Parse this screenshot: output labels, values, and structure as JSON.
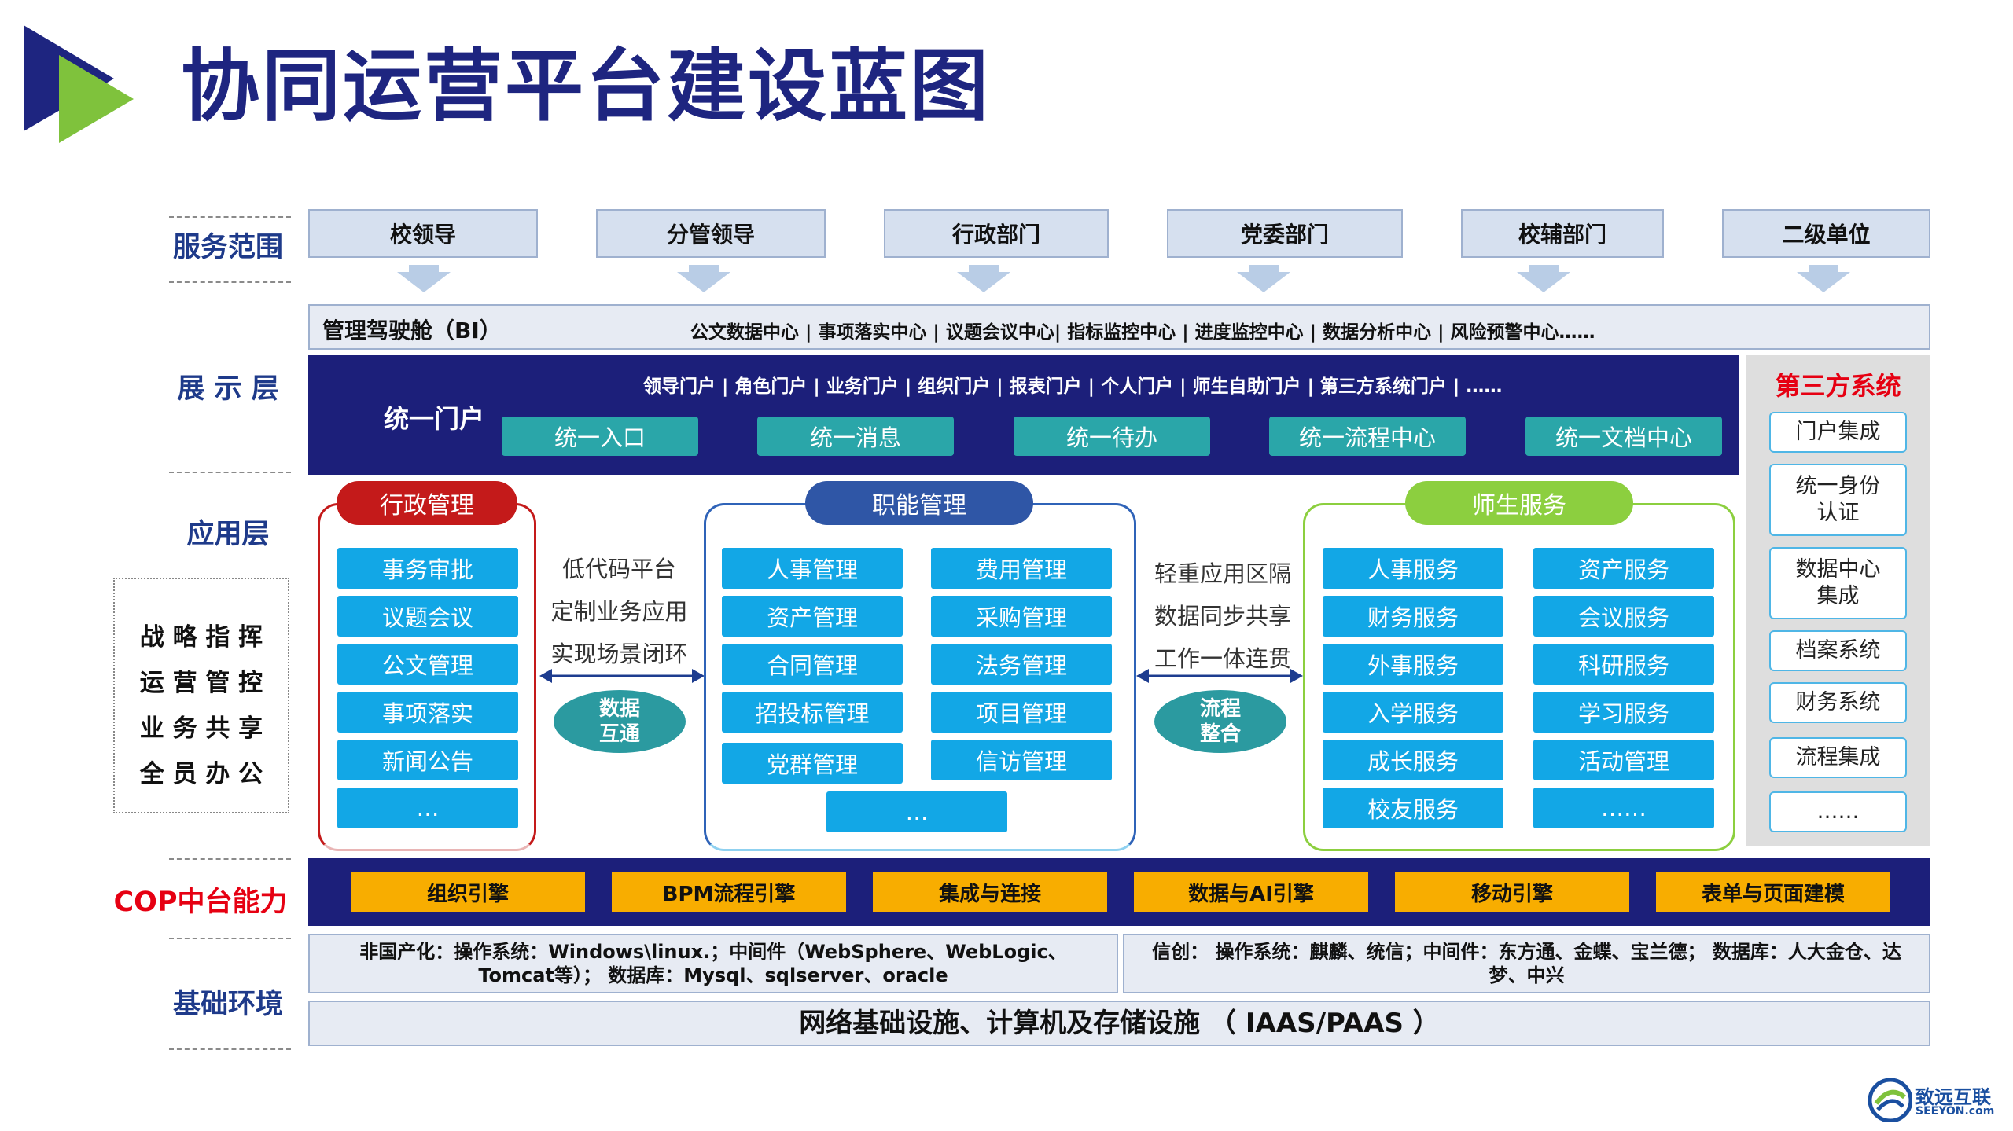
{
  "title": "协同运营平台建设蓝图",
  "row_labels": {
    "service": "服务范围",
    "display": "展 示 层",
    "application": "应用层",
    "cop": "COP中台能力",
    "base": "基础环境"
  },
  "strategy": [
    "战 略 指 挥",
    "运 营 管 控",
    "业 务 共 享",
    "全 员 办 公"
  ],
  "service_scope": [
    "校领导",
    "分管领导",
    "行政部门",
    "党委部门",
    "校辅部门",
    "二级单位"
  ],
  "bi": {
    "label": "管理驾驶舱（BI）",
    "items": "公文数据中心 | 事项落实中心 | 议题会议中心| 指标监控中心 | 进度监控中心 | 数据分析中心 | 风险预警中心……"
  },
  "portal": {
    "label": "统一门户",
    "items": "领导门户 | 角色门户 | 业务门户 |  组织门户 | 报表门户 | 个人门户 | 师生自助门户 | 第三方系统门户 |   ……",
    "buttons": [
      "统一入口",
      "统一消息",
      "统一待办",
      "统一流程中心",
      "统一文档中心"
    ]
  },
  "admin": {
    "title": "行政管理",
    "items": [
      "事务审批",
      "议题会议",
      "公文管理",
      "事项落实",
      "新闻公告",
      "…"
    ]
  },
  "functional": {
    "title": "职能管理",
    "left": [
      "人事管理",
      "资产管理",
      "合同管理",
      "招投标管理",
      "党群管理"
    ],
    "right": [
      "费用管理",
      "采购管理",
      "法务管理",
      "项目管理",
      "信访管理"
    ],
    "more": "…"
  },
  "teacher_student": {
    "title": "师生服务",
    "left": [
      "人事服务",
      "财务服务",
      "外事服务",
      "入学服务",
      "成长服务",
      "校友服务"
    ],
    "right": [
      "资产服务",
      "会议服务",
      "科研服务",
      "学习服务",
      "活动管理",
      "……"
    ]
  },
  "lowcode": {
    "lines": [
      "低代码平台",
      "定制业务应用",
      "实现场景闭环"
    ],
    "oval": [
      "数据",
      "互通"
    ]
  },
  "lightweight": {
    "lines": [
      "轻重应用区隔",
      "数据同步共享",
      "工作一体连贯"
    ],
    "oval": [
      "流程",
      "整合"
    ]
  },
  "third_party": {
    "title": "第三方系统",
    "items": [
      [
        "门户集成"
      ],
      [
        "统一身份",
        "认证"
      ],
      [
        "数据中心",
        "集成"
      ],
      [
        "档案系统"
      ],
      [
        "财务系统"
      ],
      [
        "流程集成"
      ],
      [
        "……"
      ]
    ]
  },
  "cop_engines": [
    "组织引擎",
    "BPM流程引擎",
    "集成与连接",
    "数据与AI引擎",
    "移动引擎",
    "表单与页面建模"
  ],
  "base": {
    "non_domestic": "非国产化：操作系统：Windows\\linux.；中间件（WebSphere、WebLogic、Tomcat等）；  数据库：Mysql、sqlserver、oracle",
    "xinchuang": "信创：  操作系统：麒麟、统信；中间件：东方通、金蝶、宝兰德；  数据库：人大金仓、达梦、中兴",
    "infra": "网络基础设施、计算机及存储设施 （ IAAS/PAAS ）"
  },
  "logo": {
    "cn": "致远互联",
    "en": "SEEYON.com"
  },
  "colors": {
    "navy": "#1c1f7a",
    "red": "#c41a1a",
    "blue": "#2f56a6",
    "green": "#8ccf3f",
    "teal": "#2aa6a9",
    "cyan": "#12a7e6",
    "orange": "#f8ad00"
  }
}
